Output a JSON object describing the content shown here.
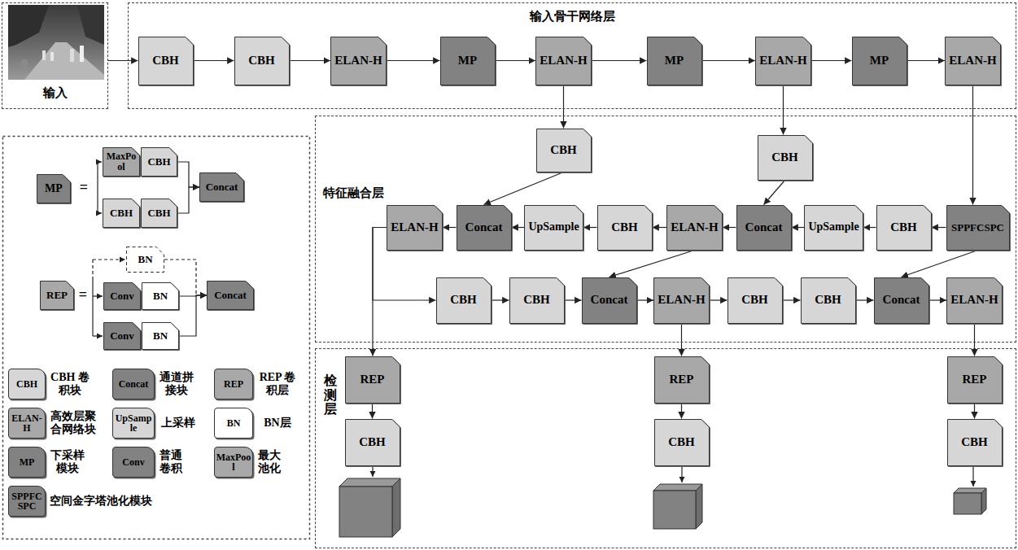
{
  "diagram": {
    "nodes": [
      {
        "text": [
          "输入"
        ]
      },
      {
        "text": [
          "输入骨干网络层"
        ]
      },
      {
        "text": [
          "CBH"
        ],
        "in": 1
      },
      {
        "text": [
          "CBH"
        ],
        "in": 1
      },
      {
        "text": [
          "ELAN-H"
        ],
        "in": 1
      },
      {
        "text": [
          "MP"
        ],
        "in": 1
      },
      {
        "text": [
          "ELAN-H"
        ],
        "in": 1
      },
      {
        "text": [
          "MP"
        ],
        "in": 1
      },
      {
        "text": [
          "ELAN-H"
        ],
        "in": 1
      },
      {
        "text": [
          "MP"
        ],
        "in": 1
      },
      {
        "text": [
          "ELAN-H"
        ],
        "in": 1
      },
      {
        "text": [
          "特征融合层"
        ]
      },
      {
        "text": [
          "CBH"
        ],
        "in": 11
      },
      {
        "text": [
          "CBH"
        ],
        "in": 11
      },
      {
        "text": [
          "ELAN-H"
        ],
        "in": 11
      },
      {
        "text": [
          "Concat"
        ],
        "in": 11
      },
      {
        "text": [
          "UpSample"
        ],
        "in": 11
      },
      {
        "text": [
          "CBH"
        ],
        "in": 11
      },
      {
        "text": [
          "ELAN-H"
        ],
        "in": 11
      },
      {
        "text": [
          "Concat"
        ],
        "in": 11
      },
      {
        "text": [
          "UpSample"
        ],
        "in": 11
      },
      {
        "text": [
          "CBH"
        ],
        "in": 11
      },
      {
        "text": [
          "SPPFCSPC"
        ],
        "in": 11
      },
      {
        "text": [
          "CBH"
        ],
        "in": 11
      },
      {
        "text": [
          "CBH"
        ],
        "in": 11
      },
      {
        "text": [
          "Concat"
        ],
        "in": 11
      },
      {
        "text": [
          "ELAN-H"
        ],
        "in": 11
      },
      {
        "text": [
          "CBH"
        ],
        "in": 11
      },
      {
        "text": [
          "CBH"
        ],
        "in": 11
      },
      {
        "text": [
          "Concat"
        ],
        "in": 11
      },
      {
        "text": [
          "ELAN-H"
        ],
        "in": 11
      },
      {
        "text": [
          "检测层"
        ]
      },
      {
        "text": [
          "REP"
        ],
        "in": 31
      },
      {
        "text": [
          "CBH"
        ],
        "in": 31
      },
      {
        "text": [
          "REP"
        ],
        "in": 31
      },
      {
        "text": [
          "CBH"
        ],
        "in": 31
      },
      {
        "text": [
          "REP"
        ],
        "in": 31
      },
      {
        "text": [
          "CBH"
        ],
        "in": 31
      },
      {
        "text": [
          "MP"
        ]
      },
      {
        "text": [
          "MaxPool"
        ]
      },
      {
        "text": [
          "CBH"
        ]
      },
      {
        "text": [
          "CBH"
        ]
      },
      {
        "text": [
          "CBH"
        ]
      },
      {
        "text": [
          "Concat"
        ]
      },
      {
        "text": [
          "BN"
        ]
      },
      {
        "text": [
          "REP"
        ]
      },
      {
        "text": [
          "Conv"
        ]
      },
      {
        "text": [
          "BN"
        ]
      },
      {
        "text": [
          "Conv"
        ]
      },
      {
        "text": [
          "BN"
        ]
      },
      {
        "text": [
          "Concat"
        ]
      }
    ],
    "edges": [
      {
        "from": 0,
        "to": 2,
        "arrow": "to"
      },
      {
        "from": 2,
        "to": 3,
        "arrow": "to"
      },
      {
        "from": 3,
        "to": 4,
        "arrow": "to"
      },
      {
        "from": 4,
        "to": 5,
        "arrow": "to"
      },
      {
        "from": 5,
        "to": 6,
        "arrow": "to"
      },
      {
        "from": 6,
        "to": 7,
        "arrow": "to"
      },
      {
        "from": 7,
        "to": 8,
        "arrow": "to"
      },
      {
        "from": 8,
        "to": 9,
        "arrow": "to"
      },
      {
        "from": 9,
        "to": 10,
        "arrow": "to"
      },
      {
        "from": 6,
        "to": 12,
        "arrow": "to"
      },
      {
        "from": 8,
        "to": 13,
        "arrow": "to"
      },
      {
        "from": 10,
        "to": 22,
        "arrow": "to"
      },
      {
        "from": 12,
        "to": 15,
        "arrow": "to"
      },
      {
        "from": 13,
        "to": 19,
        "arrow": "to"
      },
      {
        "from": 22,
        "to": 21,
        "arrow": "to"
      },
      {
        "from": 21,
        "to": 20,
        "arrow": "to"
      },
      {
        "from": 20,
        "to": 19,
        "arrow": "to"
      },
      {
        "from": 19,
        "to": 18,
        "arrow": "to"
      },
      {
        "from": 18,
        "to": 17,
        "arrow": "to"
      },
      {
        "from": 17,
        "to": 16,
        "arrow": "to"
      },
      {
        "from": 16,
        "to": 15,
        "arrow": "to"
      },
      {
        "from": 15,
        "to": 14,
        "arrow": "to"
      },
      {
        "from": 14,
        "to": 32,
        "arrow": "to"
      },
      {
        "from": 14,
        "to": 23,
        "arrow": "to"
      },
      {
        "from": 23,
        "to": 24,
        "arrow": "to"
      },
      {
        "from": 24,
        "to": 25,
        "arrow": "to"
      },
      {
        "from": 18,
        "to": 25,
        "arrow": "to"
      },
      {
        "from": 25,
        "to": 26,
        "arrow": "to"
      },
      {
        "from": 26,
        "to": 27,
        "arrow": "to"
      },
      {
        "from": 27,
        "to": 28,
        "arrow": "to"
      },
      {
        "from": 28,
        "to": 29,
        "arrow": "to"
      },
      {
        "from": 22,
        "to": 29,
        "arrow": "to"
      },
      {
        "from": 29,
        "to": 30,
        "arrow": "to"
      },
      {
        "from": 26,
        "to": 34,
        "arrow": "to"
      },
      {
        "from": 30,
        "to": 36,
        "arrow": "to"
      },
      {
        "from": 32,
        "to": 33,
        "arrow": "to"
      },
      {
        "from": 34,
        "to": 35,
        "arrow": "to"
      },
      {
        "from": 36,
        "to": 37,
        "arrow": "to"
      },
      {
        "from": 40,
        "to": 43,
        "arrow": "to"
      },
      {
        "from": 42,
        "to": 43,
        "arrow": "to"
      },
      {
        "from": 44,
        "to": 50,
        "arrow": "to"
      },
      {
        "from": 47,
        "to": 50,
        "arrow": "to"
      },
      {
        "from": 49,
        "to": 50,
        "arrow": "to"
      }
    ],
    "labels": [
      "=",
      "=",
      "CBH",
      "Concat",
      "REP",
      "ELAN-H",
      "UpSample",
      "BN",
      "MP",
      "Conv",
      "MaxPool",
      "SPPFCSPC"
    ],
    "legend": [
      {
        "text": "CBH 卷积块",
        "color": "#d6d6d6"
      },
      {
        "text": "通道拼接块",
        "color": "#828282"
      },
      {
        "text": "REP 卷积层",
        "color": "#a8a8a8"
      },
      {
        "text": "高效层聚合网络块",
        "color": "#a8a8a8"
      },
      {
        "text": "上采样",
        "color": "#d6d6d6"
      },
      {
        "text": "BN层",
        "color": "#ffffff"
      },
      {
        "text": "下采样模块",
        "color": "#828282"
      },
      {
        "text": "普通卷积",
        "color": "#828282"
      },
      {
        "text": "最大池化",
        "color": "#a8a8a8"
      },
      {
        "text": "空间金字塔池化模块",
        "color": "#828282"
      }
    ]
  }
}
